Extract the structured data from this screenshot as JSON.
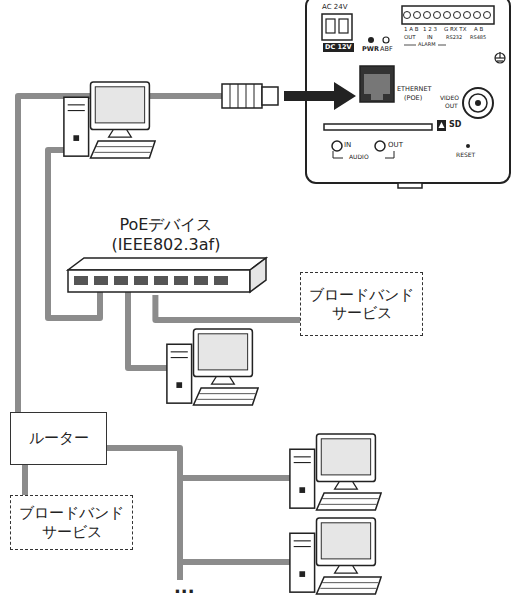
{
  "diagram": {
    "nodes": [
      {
        "text": [
          "PoEデバイス (IEEE802.3af)"
        ]
      },
      {
        "text": [
          "ブロードバンド サービス"
        ]
      },
      {
        "text": [
          "ルーター"
        ]
      },
      {
        "text": [
          "ブロードバンド サービス"
        ]
      }
    ],
    "edges": [
      {
        "from": 0,
        "to": 1,
        "arrow": "none"
      },
      {
        "from": 2,
        "to": 3,
        "arrow": "none"
      }
    ],
    "labels": [
      "AC 24V",
      "DC 12V",
      "PWR",
      "ABF",
      "1 A B",
      "1 2 3",
      "G RX TX",
      "A B",
      "OUT",
      "IN",
      "RS232",
      "RS485",
      "ALARM",
      "ETHERNET",
      "(POE)",
      "VIDEO",
      "OUT",
      "SD",
      "IN",
      "OUT",
      "AUDIO",
      "RESET",
      "..."
    ]
  }
}
